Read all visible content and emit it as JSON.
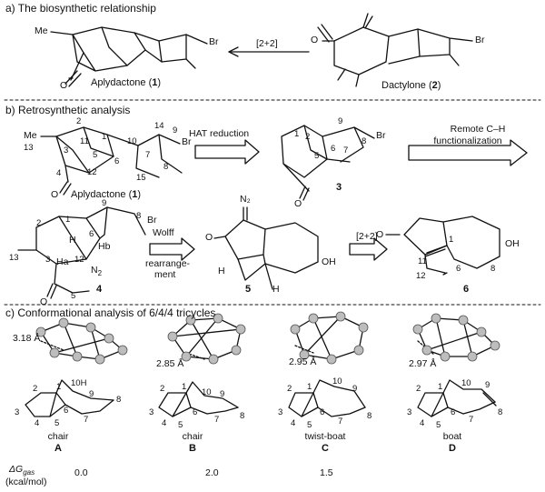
{
  "section_a": {
    "title": "a) The biosynthetic relationship",
    "aplydactone_label": "Aplydactone (",
    "aplydactone_num": "1",
    "dactylone_label": "Dactylone (",
    "dactylone_num": "2",
    "arrow_label": "[2+2]",
    "me_label": "Me",
    "br_label": "Br",
    "o_label": "O"
  },
  "section_b": {
    "title": "b) Retrosynthetic analysis",
    "hat_label": "HAT reduction",
    "remote_label_1": "Remote C–H",
    "remote_label_2": "functionalization",
    "wolff_label_1": "Wolff",
    "wolff_label_2": "rearrange-",
    "wolff_label_3": "ment",
    "cyclo_label": "[2+2]",
    "aplydactone_label": "Aplydactone (",
    "aplydactone_num": "1",
    "cpd3": "3",
    "cpd4": "4",
    "cpd5": "5",
    "cpd6": "6",
    "me": "Me",
    "br": "Br",
    "o": "O",
    "oh": "OH",
    "h": "H",
    "hb": "Hb",
    "ha": "Ha",
    "n2": "N",
    "n2sub": "2",
    "n2_eq": "N₂",
    "numbers_1": [
      "2",
      "14",
      "13",
      "3",
      "11",
      "1",
      "10",
      "9",
      "7",
      "4",
      "5",
      "6",
      "12",
      "8",
      "15"
    ],
    "numbers_3": [
      "9",
      "1",
      "2",
      "8",
      "5",
      "6",
      "7"
    ],
    "numbers_4": [
      "9",
      "2",
      "1",
      "8",
      "13",
      "3",
      "12",
      "6",
      "5"
    ],
    "numbers_6": [
      "1",
      "11",
      "12",
      "6",
      "8"
    ]
  },
  "section_c": {
    "title": "c) Conformational analysis of 6/4/4 tricycles",
    "distances": [
      "3.18 Å",
      "2.85 Å",
      "2.95 Å",
      "2.97 Å"
    ],
    "conformers": [
      {
        "shape": "chair",
        "letter": "A",
        "dg": "0.0"
      },
      {
        "shape": "chair",
        "letter": "B",
        "dg": "2.0"
      },
      {
        "shape": "twist-boat",
        "letter": "C",
        "dg": "1.5"
      },
      {
        "shape": "boat",
        "letter": "D",
        "dg": ""
      }
    ],
    "dg_label": "ΔG",
    "dg_sub": "gas",
    "dg_units": "(kcal/mol)",
    "ring_numbers": [
      "2",
      "1",
      "10",
      "9",
      "3",
      "4",
      "5",
      "6",
      "7",
      "8"
    ],
    "h_label": "H"
  }
}
